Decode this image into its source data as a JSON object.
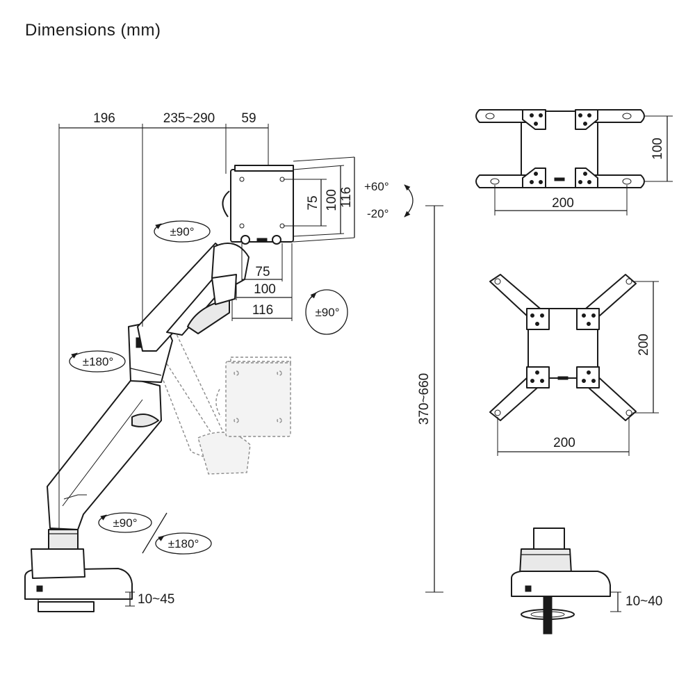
{
  "title": "Dimensions (mm)",
  "arm_dimensions": {
    "top_left": "196",
    "top_middle": "235~290",
    "top_right": "59",
    "vesa_vertical": [
      "75",
      "100",
      "116"
    ],
    "vesa_horizontal": [
      "75",
      "100",
      "116"
    ],
    "height_range": "370~660",
    "clamp_thickness": "10~45"
  },
  "rotations": {
    "tilt_up": "+60°",
    "tilt_down": "-20°",
    "swivel_head": "±90°",
    "rotate_head": "±90°",
    "swivel_upper_joint": "±180°",
    "swivel_base": "±90°",
    "swivel_base_pole": "±180°"
  },
  "adapter_horizontal": {
    "width": "200",
    "height": "100"
  },
  "adapter_square": {
    "width": "200",
    "height": "200"
  },
  "grommet": {
    "thickness": "10~40"
  }
}
